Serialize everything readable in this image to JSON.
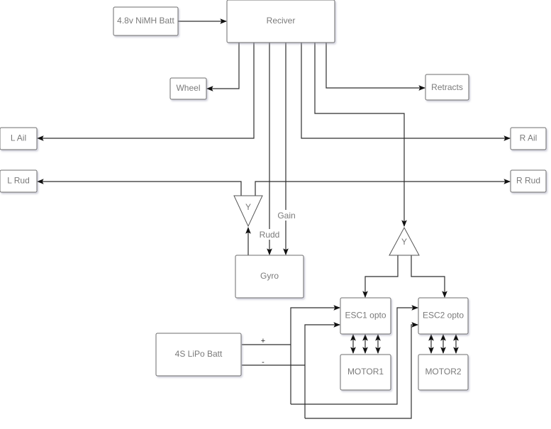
{
  "diagram": {
    "nodes": {
      "nimh_batt": "4.8v NiMH Batt",
      "receiver": "Reciver",
      "wheel": "Wheel",
      "retracts": "Retracts",
      "l_ail": "L Ail",
      "r_ail": "R Ail",
      "l_rud": "L Rud",
      "r_rud": "R Rud",
      "y_rudder": "Y",
      "y_throttle": "Y",
      "gyro": "Gyro",
      "esc1": "ESC1 opto",
      "esc2": "ESC2 opto",
      "motor1": "MOTOR1",
      "motor2": "MOTOR2",
      "lipo_batt": "4S LiPo Batt"
    },
    "edge_labels": {
      "rudd": "Rudd",
      "gain": "Gain",
      "plus": "+",
      "minus": "-"
    },
    "edges": [
      {
        "from": "4.8v NiMH Batt",
        "to": "Reciver"
      },
      {
        "from": "Reciver",
        "to": "Wheel"
      },
      {
        "from": "Reciver",
        "to": "L Ail"
      },
      {
        "from": "Reciver",
        "to": "Gyro",
        "label": "Rudd"
      },
      {
        "from": "Reciver",
        "to": "Gyro",
        "label": "Gain"
      },
      {
        "from": "Reciver",
        "to": "R Ail"
      },
      {
        "from": "Reciver",
        "to": "Y (throttle)"
      },
      {
        "from": "Reciver",
        "to": "Retracts"
      },
      {
        "from": "Gyro",
        "to": "Y (rudder)"
      },
      {
        "from": "Y (rudder)",
        "to": "L Rud"
      },
      {
        "from": "Y (rudder)",
        "to": "R Rud"
      },
      {
        "from": "Y (throttle)",
        "to": "ESC1 opto"
      },
      {
        "from": "Y (throttle)",
        "to": "ESC2 opto"
      },
      {
        "from": "4S LiPo Batt",
        "to": "ESC1 opto",
        "label": "+"
      },
      {
        "from": "4S LiPo Batt",
        "to": "ESC1 opto",
        "label": "-"
      },
      {
        "from": "4S LiPo Batt",
        "to": "ESC2 opto",
        "label": "+"
      },
      {
        "from": "4S LiPo Batt",
        "to": "ESC2 opto",
        "label": "-"
      },
      {
        "from": "ESC1 opto",
        "to": "MOTOR1",
        "bidirectional": true,
        "count": 3
      },
      {
        "from": "ESC2 opto",
        "to": "MOTOR2",
        "bidirectional": true,
        "count": 3
      }
    ]
  }
}
